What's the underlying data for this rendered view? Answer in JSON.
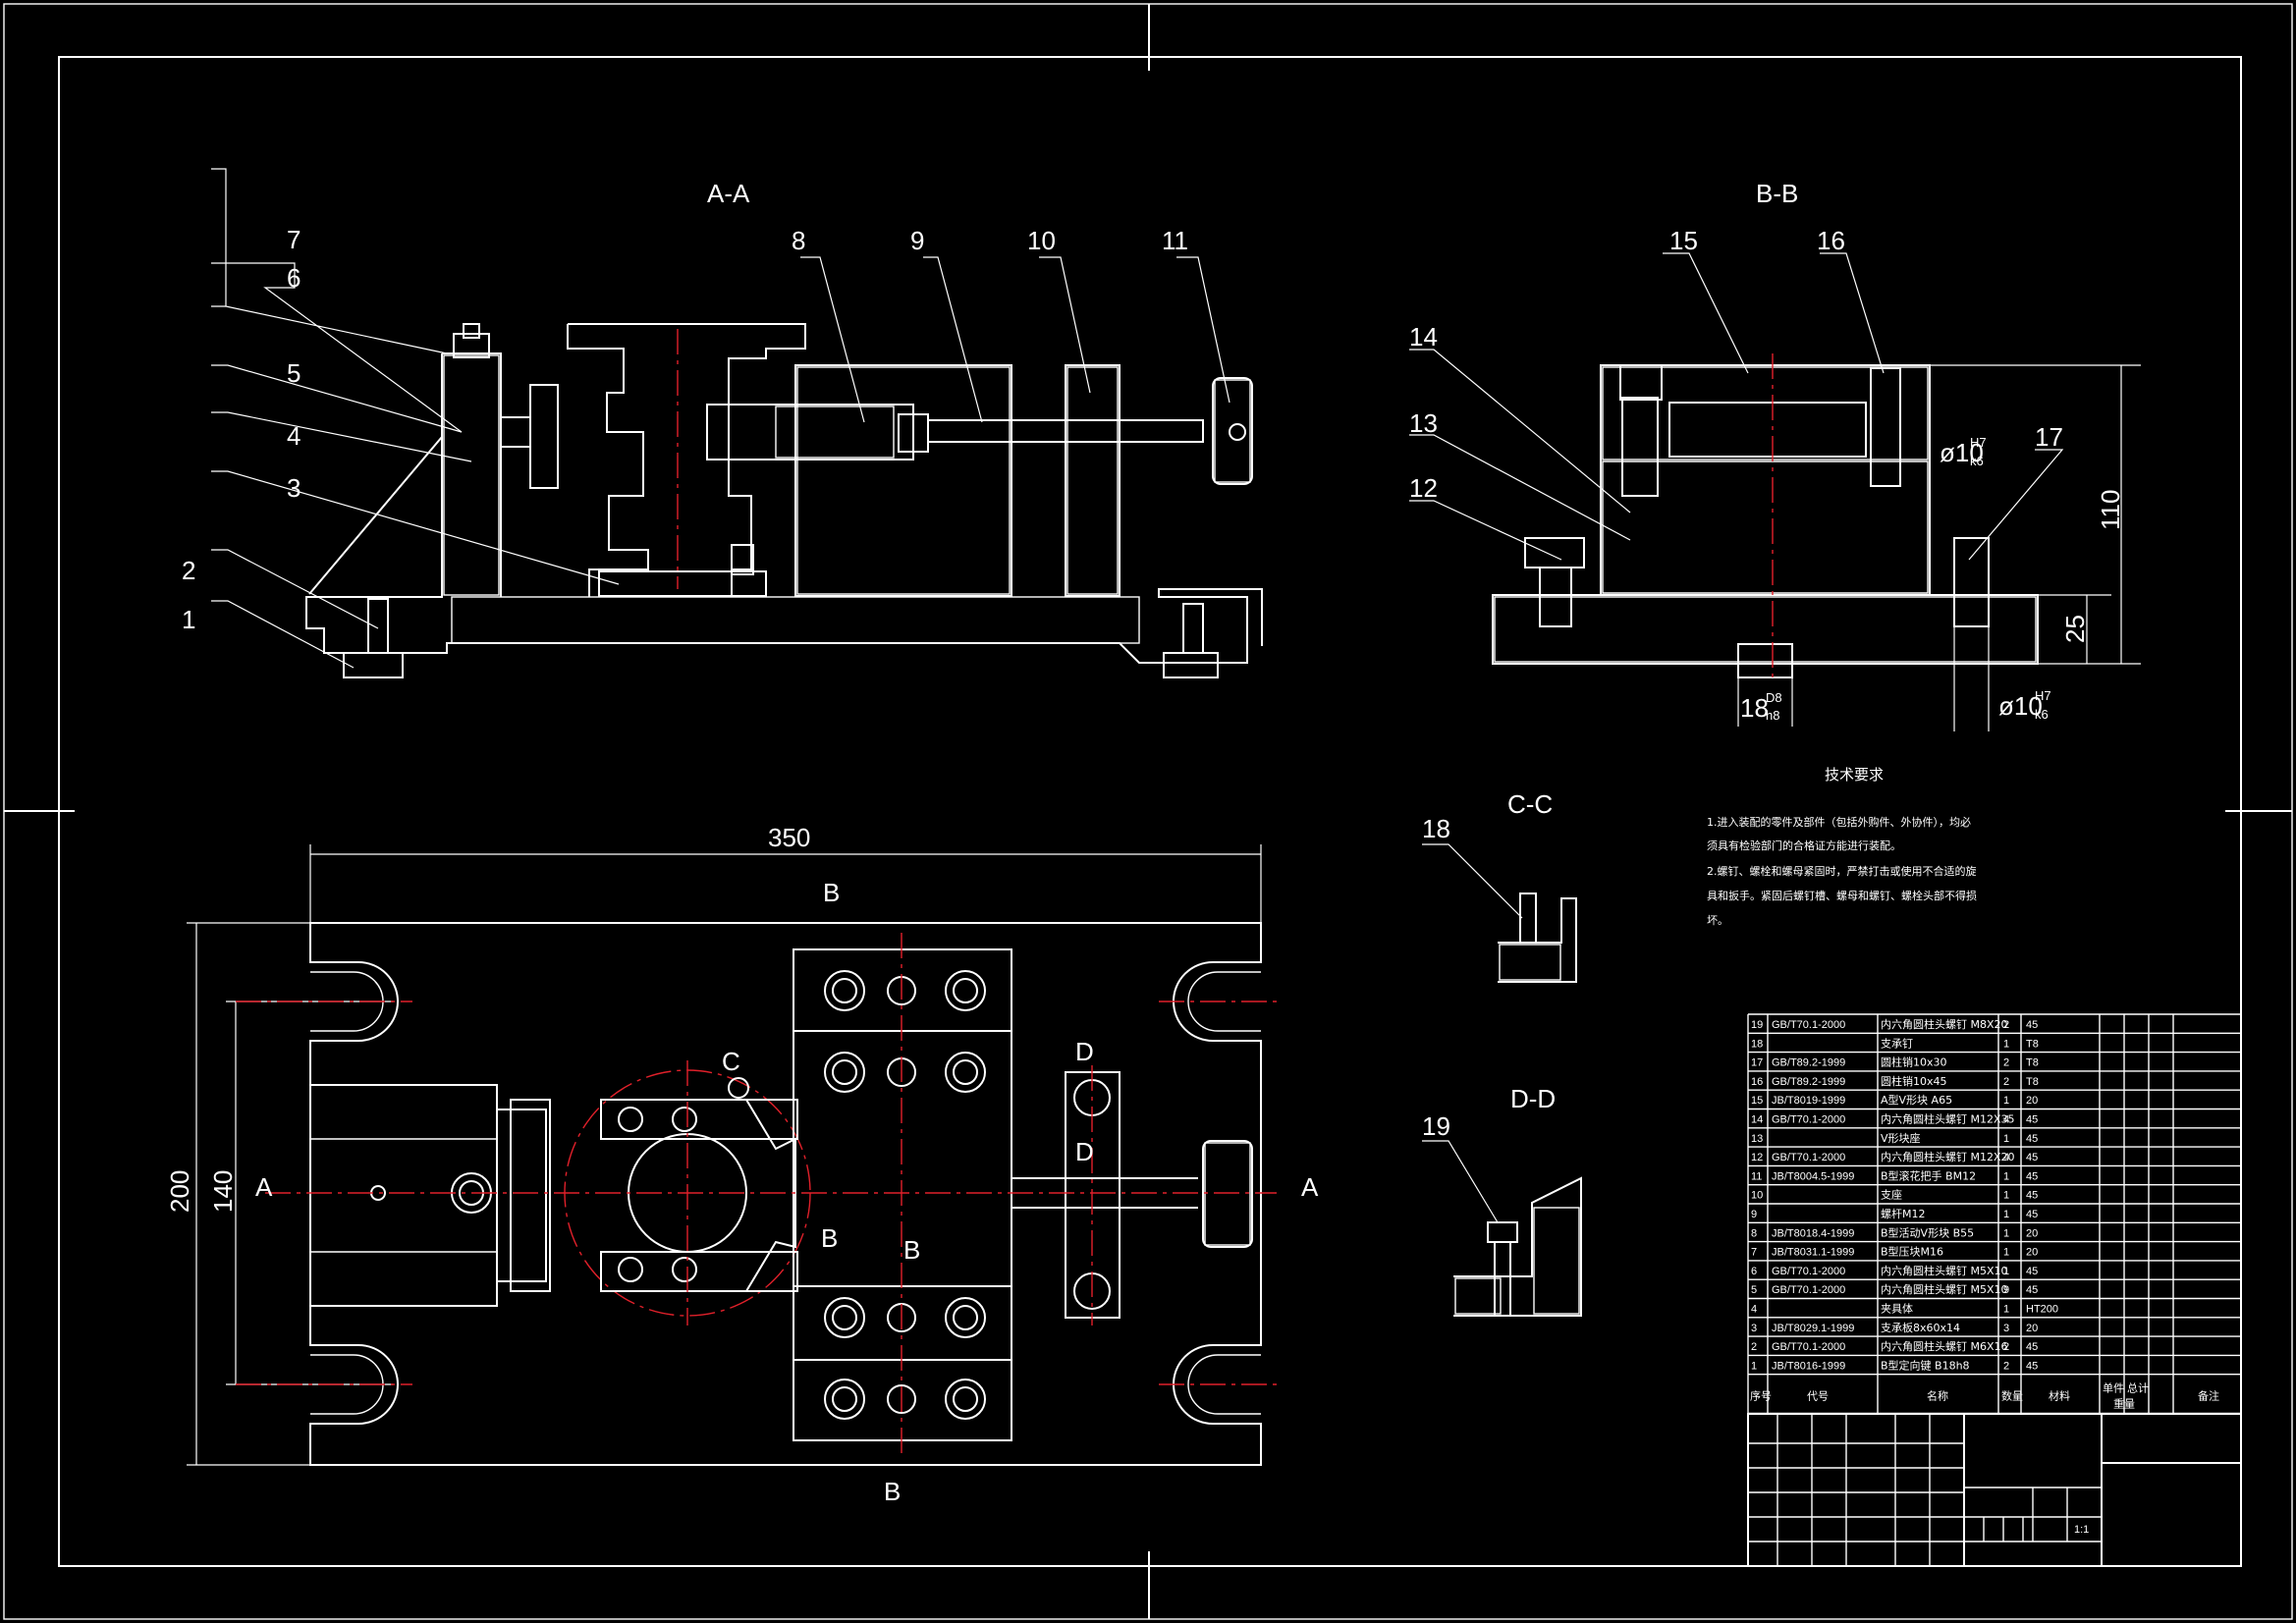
{
  "views": {
    "aa": "A-A",
    "bb": "B-B",
    "cc": "C-C",
    "dd": "D-D"
  },
  "balloons_aa": [
    "1",
    "2",
    "3",
    "4",
    "5",
    "6",
    "7",
    "8",
    "9",
    "10",
    "11"
  ],
  "balloons_bb": [
    "12",
    "13",
    "14",
    "15",
    "16",
    "17"
  ],
  "balloon_cc": "18",
  "balloon_dd": "19",
  "dimensions": {
    "width": "350",
    "height": "200",
    "inner_height": "140",
    "bb_height": "110",
    "bb_base": "25",
    "fit_a": "ø10",
    "fit_a_upper": "H7",
    "fit_a_lower": "k6",
    "fit_b": "ø10",
    "fit_b_upper": "H7",
    "fit_b_lower": "k6",
    "key_size": "18",
    "key_upper": "D8",
    "key_lower": "h8"
  },
  "section_marks": {
    "a_left": "A",
    "a_right": "A",
    "b_top": "B",
    "b_bottom": "B",
    "b_mid_left": "B",
    "b_mid_right": "B",
    "c": "C",
    "d_top": "D",
    "d_mid": "D"
  },
  "notes": {
    "title": "技术要求",
    "line1": "1.进入装配的零件及部件（包括外购件、外协件），均必",
    "line2": "须具有检验部门的合格证方能进行装配。",
    "line3": "2.螺钉、螺栓和螺母紧固时，严禁打击或使用不合适的旋",
    "line4": "具和扳手。紧固后螺钉槽、螺母和螺钉、螺栓头部不得损",
    "line5": "坏。"
  },
  "bom": [
    {
      "no": "19",
      "code": "GB/T70.1-2000",
      "name": "内六角圆柱头螺钉 M8X20",
      "qty": "2",
      "mat": "45"
    },
    {
      "no": "18",
      "code": "",
      "name": "支承钉",
      "qty": "1",
      "mat": "T8"
    },
    {
      "no": "17",
      "code": "GB/T89.2-1999",
      "name": "圆柱销10x30",
      "qty": "2",
      "mat": "T8"
    },
    {
      "no": "16",
      "code": "GB/T89.2-1999",
      "name": "圆柱销10x45",
      "qty": "2",
      "mat": "T8"
    },
    {
      "no": "15",
      "code": "JB/T8019-1999",
      "name": "A型V形块 A65",
      "qty": "1",
      "mat": "20"
    },
    {
      "no": "14",
      "code": "GB/T70.1-2000",
      "name": "内六角圆柱头螺钉 M12X35",
      "qty": "4",
      "mat": "45"
    },
    {
      "no": "13",
      "code": "",
      "name": "V形块座",
      "qty": "1",
      "mat": "45"
    },
    {
      "no": "12",
      "code": "GB/T70.1-2000",
      "name": "内六角圆柱头螺钉 M12X20",
      "qty": "4",
      "mat": "45"
    },
    {
      "no": "11",
      "code": "JB/T8004.5-1999",
      "name": "B型滚花把手 BM12",
      "qty": "1",
      "mat": "45"
    },
    {
      "no": "10",
      "code": "",
      "name": "支座",
      "qty": "1",
      "mat": "45"
    },
    {
      "no": "9",
      "code": "",
      "name": "螺杆M12",
      "qty": "1",
      "mat": "45"
    },
    {
      "no": "8",
      "code": "JB/T8018.4-1999",
      "name": "B型活动V形块 B55",
      "qty": "1",
      "mat": "20"
    },
    {
      "no": "7",
      "code": "JB/T8031.1-1999",
      "name": "B型压块M16",
      "qty": "1",
      "mat": "20"
    },
    {
      "no": "6",
      "code": "GB/T70.1-2000",
      "name": "内六角圆柱头螺钉 M5X10",
      "qty": "1",
      "mat": "45"
    },
    {
      "no": "5",
      "code": "GB/T70.1-2000",
      "name": "内六角圆柱头螺钉 M5X10",
      "qty": "9",
      "mat": "45"
    },
    {
      "no": "4",
      "code": "",
      "name": "夹具体",
      "qty": "1",
      "mat": "HT200"
    },
    {
      "no": "3",
      "code": "JB/T8029.1-1999",
      "name": "支承板8x60x14",
      "qty": "3",
      "mat": "20"
    },
    {
      "no": "2",
      "code": "GB/T70.1-2000",
      "name": "内六角圆柱头螺钉 M6X16",
      "qty": "2",
      "mat": "45"
    },
    {
      "no": "1",
      "code": "JB/T8016-1999",
      "name": "B型定向键 B18h8",
      "qty": "2",
      "mat": "45"
    }
  ],
  "bom_header": {
    "no": "序号",
    "code": "代号",
    "name": "名称",
    "qty": "数量",
    "mat": "材料",
    "single": "单件",
    "total": "总计",
    "weight": "重量",
    "remark": "备注"
  },
  "title_block": {
    "sheet": "1:1"
  }
}
